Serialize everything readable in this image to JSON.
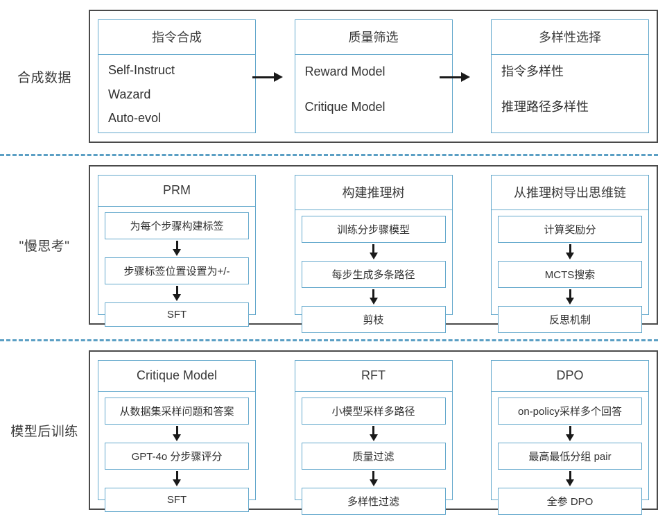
{
  "sections": [
    {
      "label": "合成数据",
      "style": "list",
      "cards": [
        {
          "title": "指令合成",
          "items": [
            "Self-Instruct",
            "Wazard",
            "Auto-evol"
          ]
        },
        {
          "title": "质量筛选",
          "items": [
            "Reward Model",
            "Critique Model"
          ]
        },
        {
          "title": "多样性选择",
          "items": [
            "指令多样性",
            "推理路径多样性"
          ]
        }
      ],
      "connectors": [
        "arrow-right",
        "arrow-right"
      ]
    },
    {
      "label": "\"慢思考\"",
      "style": "steps",
      "cards": [
        {
          "title": "PRM",
          "items": [
            "为每个步骤构建标签",
            "步骤标签位置设置为+/-",
            "SFT"
          ]
        },
        {
          "title": "构建推理树",
          "items": [
            "训练分步骤模型",
            "每步生成多条路径",
            "剪枝"
          ]
        },
        {
          "title": "从推理树导出思维链",
          "items": [
            "计算奖励分",
            "MCTS搜索",
            "反思机制"
          ]
        }
      ],
      "connectors": []
    },
    {
      "label": "模型后训练",
      "style": "steps",
      "cards": [
        {
          "title": "Critique Model",
          "items": [
            "从数据集采样问题和答案",
            "GPT-4o 分步骤评分",
            "SFT"
          ]
        },
        {
          "title": "RFT",
          "items": [
            "小模型采样多路径",
            "质量过滤",
            "多样性过滤"
          ]
        },
        {
          "title": "DPO",
          "items": [
            "on-policy采样多个回答",
            "最高最低分组 pair",
            "全参 DPO"
          ]
        }
      ],
      "connectors": []
    }
  ],
  "colors": {
    "card_border": "#63a8cc",
    "outer_border": "#4a4a4a",
    "divider": "#5b9fc4",
    "arrow": "#1a1a1a",
    "text": "#2f2f2f",
    "background": "#ffffff"
  },
  "dividers": 2
}
